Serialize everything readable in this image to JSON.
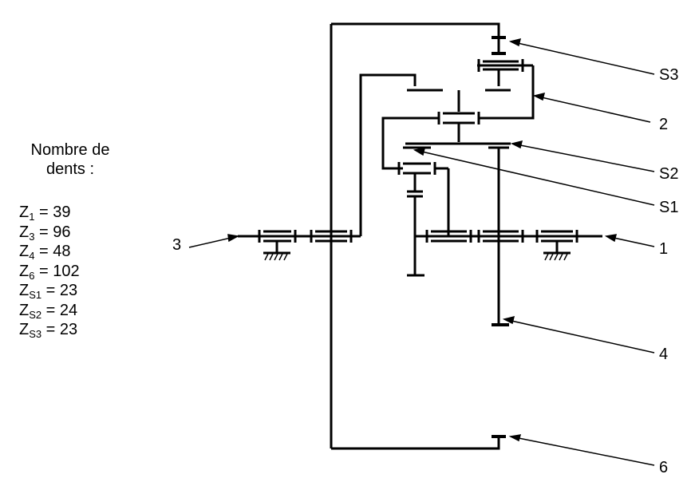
{
  "legend": {
    "title_line1": "Nombre de",
    "title_line2": "dents :",
    "items": [
      {
        "sym": "Z",
        "sub": "1",
        "eq": " = 39"
      },
      {
        "sym": "Z",
        "sub": "3",
        "eq": " = 96"
      },
      {
        "sym": "Z",
        "sub": "4",
        "eq": " = 48"
      },
      {
        "sym": "Z",
        "sub": "6",
        "eq": " = 102"
      },
      {
        "sym": "Z",
        "sub": "S1",
        "eq": " = 23"
      },
      {
        "sym": "Z",
        "sub": "S2",
        "eq": " = 24"
      },
      {
        "sym": "Z",
        "sub": "S3",
        "eq": " = 23"
      }
    ]
  },
  "labels": {
    "s3": "S3",
    "part2": "2",
    "s2": "S2",
    "s1": "S1",
    "part1": "1",
    "part3": "3",
    "part4": "4",
    "part6": "6"
  }
}
